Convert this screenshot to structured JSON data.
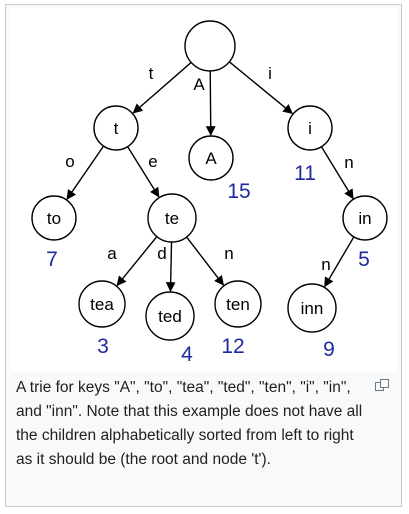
{
  "trie": {
    "root": {
      "label": ""
    },
    "nodes": [
      {
        "id": "t",
        "label": "t"
      },
      {
        "id": "A",
        "label": "A",
        "value": "15"
      },
      {
        "id": "i",
        "label": "i",
        "value": "11"
      },
      {
        "id": "to",
        "label": "to",
        "value": "7"
      },
      {
        "id": "te",
        "label": "te"
      },
      {
        "id": "in",
        "label": "in",
        "value": "5"
      },
      {
        "id": "tea",
        "label": "tea",
        "value": "3"
      },
      {
        "id": "ted",
        "label": "ted",
        "value": "4"
      },
      {
        "id": "ten",
        "label": "ten",
        "value": "12"
      },
      {
        "id": "inn",
        "label": "inn",
        "value": "9"
      }
    ],
    "edges": [
      {
        "from": "root",
        "to": "t",
        "label": "t"
      },
      {
        "from": "root",
        "to": "A",
        "label": "A"
      },
      {
        "from": "root",
        "to": "i",
        "label": "i"
      },
      {
        "from": "t",
        "to": "to",
        "label": "o"
      },
      {
        "from": "t",
        "to": "te",
        "label": "e"
      },
      {
        "from": "i",
        "to": "in",
        "label": "n"
      },
      {
        "from": "te",
        "to": "tea",
        "label": "a"
      },
      {
        "from": "te",
        "to": "ted",
        "label": "d"
      },
      {
        "from": "te",
        "to": "ten",
        "label": "n"
      },
      {
        "from": "in",
        "to": "inn",
        "label": "n"
      }
    ],
    "value_color": "#1f2a9e"
  },
  "caption": {
    "text": "A trie for keys \"A\", \"to\", \"tea\", \"ted\", \"ten\", \"i\", \"in\", and \"inn\". Note that this example does not have all the children alphabetically sorted from left to right as it should be (the root and node 't')."
  },
  "icons": {
    "enlarge": "magnify-icon"
  }
}
